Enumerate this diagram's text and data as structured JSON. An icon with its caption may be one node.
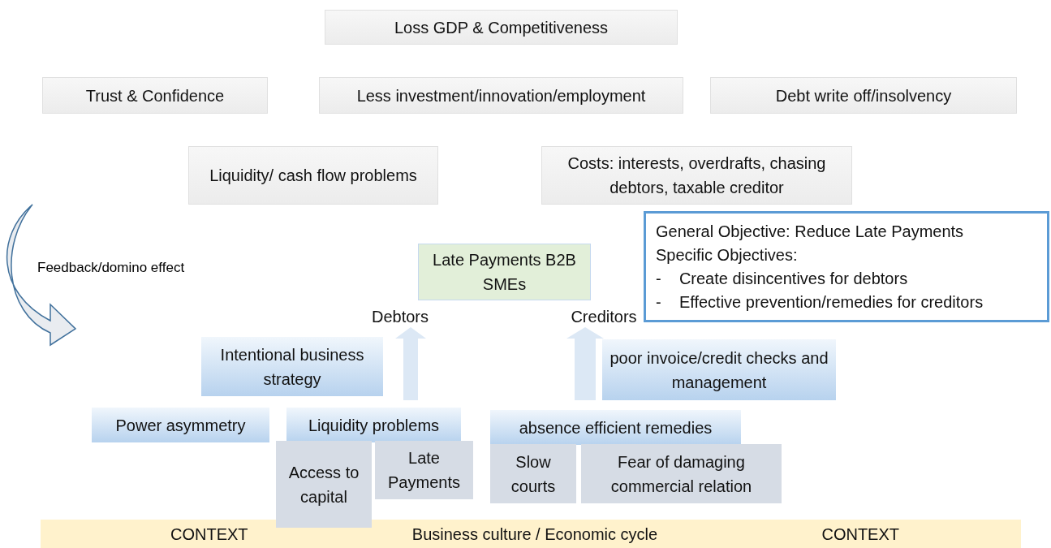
{
  "diagram": {
    "nodes": [
      {
        "text": [
          "Loss GDP & Competitiveness"
        ]
      },
      {
        "text": [
          "Trust & Confidence"
        ]
      },
      {
        "text": [
          "Less investment/innovation/employment"
        ]
      },
      {
        "text": [
          "Debt write off/insolvency"
        ]
      },
      {
        "text": [
          "Liquidity/ cash flow problems"
        ]
      },
      {
        "text": [
          "Costs: interests, overdrafts, chasing debtors, taxable creditor"
        ]
      },
      {
        "text": [
          "General Objective: Reduce Late Payments",
          "Specific Objectives:",
          "-    Create disincentives for debtors",
          "-    Effective prevention/remedies for creditors"
        ]
      },
      {
        "text": [
          "Late Payments B2B SMEs"
        ]
      },
      {
        "text": [
          "Debtors"
        ]
      },
      {
        "text": [
          "Creditors"
        ]
      },
      {
        "text": [
          "Intentional business strategy"
        ]
      },
      {
        "text": [
          "poor invoice/credit checks and management"
        ]
      },
      {
        "text": [
          "Power asymmetry"
        ]
      },
      {
        "text": [
          "Liquidity problems"
        ]
      },
      {
        "text": [
          "absence efficient remedies"
        ]
      },
      {
        "text": [
          "Access to capital"
        ]
      },
      {
        "text": [
          "Late Payments"
        ]
      },
      {
        "text": [
          "Slow courts"
        ]
      },
      {
        "text": [
          "Fear of damaging commercial relation"
        ]
      },
      {
        "text": [
          "CONTEXT",
          "Business culture / Economic cycle",
          "CONTEXT"
        ]
      }
    ],
    "edges": [
      {
        "from": null,
        "to": 8,
        "arrow": "to"
      },
      {
        "from": null,
        "to": 9,
        "arrow": "to"
      }
    ],
    "labels": [
      "Feedback/domino effect"
    ]
  }
}
